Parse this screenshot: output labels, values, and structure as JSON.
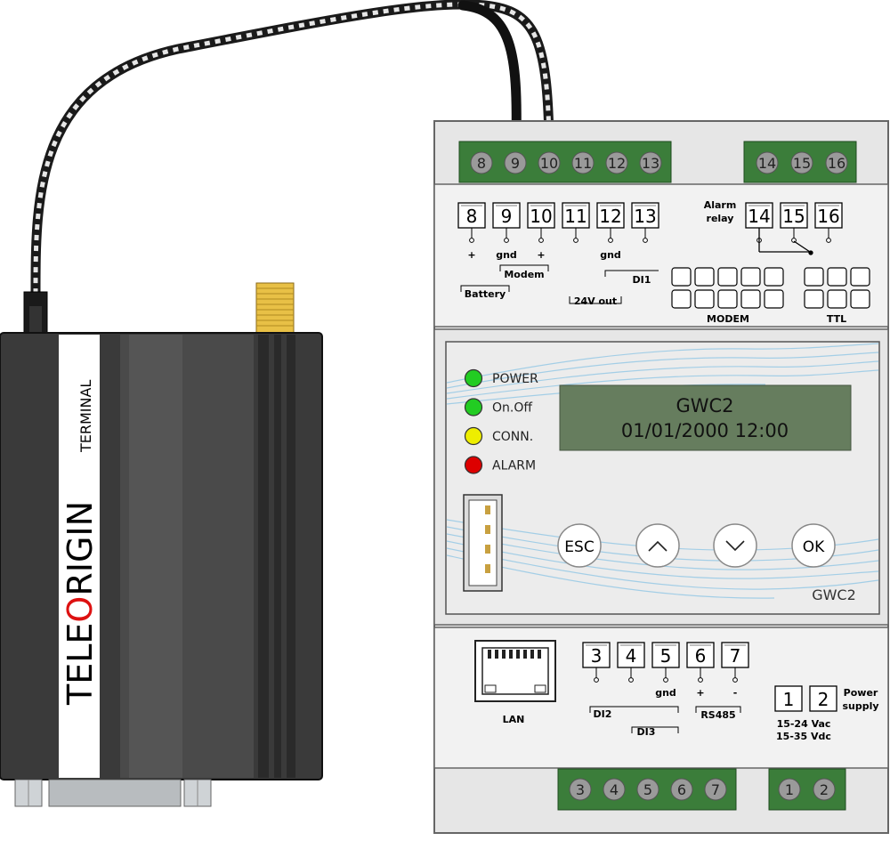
{
  "modem": {
    "brand_left": "TELE",
    "brand_o": "O",
    "brand_right": "RIGIN",
    "label": "TERMINAL"
  },
  "device": {
    "model_label": "GWC2",
    "top_strip_terminals": [
      "8",
      "9",
      "10",
      "11",
      "12",
      "13"
    ],
    "top_right_terminals": [
      "14",
      "15",
      "16"
    ],
    "bottom_strip_terminals": [
      "3",
      "4",
      "5",
      "6",
      "7"
    ],
    "bottom_right_terminals": [
      "1",
      "2"
    ],
    "upper_panel": {
      "terminals": [
        "8",
        "9",
        "10",
        "11",
        "12",
        "13"
      ],
      "pin_labels": [
        "+",
        "gnd",
        "+",
        "",
        "gnd",
        ""
      ],
      "alarm_relay_line1": "Alarm",
      "alarm_relay_line2": "relay",
      "relay_terminals": [
        "14",
        "15",
        "16"
      ],
      "modem_group": "Modem",
      "battery_group": "Battery",
      "di1_group": "DI1",
      "out24_group": "24V out",
      "modem_connector_label": "MODEM",
      "ttl_connector_label": "TTL"
    },
    "front": {
      "leds": [
        {
          "label": "POWER",
          "color": "#22cc22"
        },
        {
          "label": "On.Off",
          "color": "#22cc22"
        },
        {
          "label": "CONN.",
          "color": "#eeee00"
        },
        {
          "label": "ALARM",
          "color": "#dd0000"
        }
      ],
      "lcd_line1": "GWC2",
      "lcd_line2": "01/01/2000 12:00",
      "lcd_color": "#667d5e",
      "buttons": {
        "esc": "ESC",
        "ok": "OK"
      },
      "model_label": "GWC2"
    },
    "lower_panel": {
      "lan_label": "LAN",
      "terminals": [
        "3",
        "4",
        "5",
        "6",
        "7"
      ],
      "pin_labels": [
        "",
        "",
        "gnd",
        "+",
        "-"
      ],
      "di2_group": "DI2",
      "di3_group": "DI3",
      "rs485_group": "RS485",
      "power_terminals": [
        "1",
        "2"
      ],
      "power_label_line1": "Power",
      "power_label_line2": "supply",
      "voltage_ac": "15-24 Vac",
      "voltage_dc": "15-35 Vdc"
    }
  },
  "colors": {
    "terminal_green": "#3b7d3a",
    "enclosure": "#e6e6e6",
    "panel": "#f2f2f2",
    "cable_light": "#e6e6e6",
    "cable_dark": "#1a1a1a",
    "modem_body": "#3a3a3a",
    "antenna": "#e8c046"
  }
}
